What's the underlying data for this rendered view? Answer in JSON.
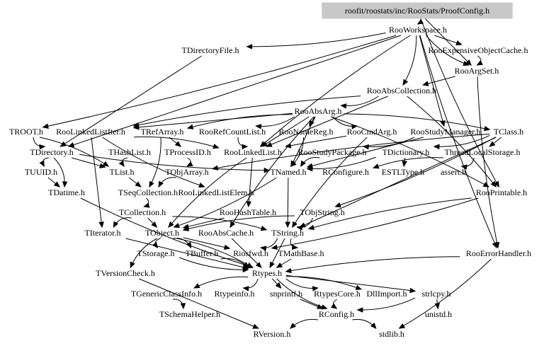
{
  "graph": {
    "root": "roofit/roostats/inc/RooStats/ProofConfig.h",
    "nodes": {
      "root": "roofit/roostats/inc/RooStats/ProofConfig.h",
      "RooWorkspace": "RooWorkspace.h",
      "TDirectoryFile": "TDirectoryFile.h",
      "RooExpensiveObjectCache": "RooExpensiveObjectCache.h",
      "RooArgSet": "RooArgSet.h",
      "RooAbsCollection": "RooAbsCollection.h",
      "RooAbsArg": "RooAbsArg.h",
      "TROOT": "TROOT.h",
      "RooLinkedListIter": "RooLinkedListIter.h",
      "TRefArray": "TRefArray.h",
      "RooRefCountList": "RooRefCountList.h",
      "RooNameReg": "RooNameReg.h",
      "RooCmdArg": "RooCmdArg.h",
      "RooStudyManager": "RooStudyManager.h",
      "TClass": "TClass.h",
      "TDirectory": "TDirectory.h",
      "THashList": "THashList.h",
      "TProcessID": "TProcessID.h",
      "RooLinkedList": "RooLinkedList.h",
      "RooStudyPackage": "RooStudyPackage.h",
      "TDictionary": "TDictionary.h",
      "ThreadLocalStorage": "ThreadLocalStorage.h",
      "TUUID": "TUUID.h",
      "TList": "TList.h",
      "TObjArray": "TObjArray.h",
      "TNamed": "TNamed.h",
      "RConfigure": "RConfigure.h",
      "ESTLType": "ESTLType.h",
      "assert": "assert.h",
      "TDatime": "TDatime.h",
      "TSeqCollection": "TSeqCollection.h",
      "RooLinkedListElem": "RooLinkedListElem.h",
      "RooPrintable": "RooPrintable.h",
      "TCollection": "TCollection.h",
      "RooHashTable": "RooHashTable.h",
      "TObjString": "TObjString.h",
      "TIterator": "TIterator.h",
      "TObject": "TObject.h",
      "RooAbsCache": "RooAbsCache.h",
      "TString": "TString.h",
      "TStorage": "TStorage.h",
      "TBuffer": "TBuffer.h",
      "Riosfwd": "Riosfwd.h",
      "TMathBase": "TMathBase.h",
      "RooErrorHandler": "RooErrorHandler.h",
      "TVersionCheck": "TVersionCheck.h",
      "Rtypes": "Rtypes.h",
      "TGenericClassInfo": "TGenericClassInfo.h",
      "Rtypeinfo": "Rtypeinfo.h",
      "snprintf": "snprintf.h",
      "RtypesCore": "RtypesCore.h",
      "DllImport": "DllImport.h",
      "strlcpy": "strlcpy.h",
      "TSchemaHelper": "TSchemaHelper.h",
      "RConfig": "RConfig.h",
      "unistd": "unistd.h",
      "RVersion": "RVersion.h",
      "stdlib": "stdlib.h"
    },
    "edges": [
      [
        "root",
        "RooWorkspace"
      ],
      [
        "root",
        "RooArgSet"
      ],
      [
        "root",
        "RooPrintable"
      ],
      [
        "RooWorkspace",
        "TDirectoryFile"
      ],
      [
        "RooWorkspace",
        "RooExpensiveObjectCache"
      ],
      [
        "RooWorkspace",
        "RooArgSet"
      ],
      [
        "RooWorkspace",
        "RooAbsCollection"
      ],
      [
        "RooWorkspace",
        "RooStudyManager"
      ],
      [
        "RooWorkspace",
        "RooLinkedList"
      ],
      [
        "RooWorkspace",
        "TROOT"
      ],
      [
        "RooWorkspace",
        "TDirectory"
      ],
      [
        "RooWorkspace",
        "RooErrorHandler"
      ],
      [
        "RooExpensiveObjectCache",
        "RooArgSet"
      ],
      [
        "RooArgSet",
        "RooAbsCollection"
      ],
      [
        "RooArgSet",
        "RooErrorHandler"
      ],
      [
        "RooAbsCollection",
        "RooAbsArg"
      ],
      [
        "RooAbsCollection",
        "RooLinkedList"
      ],
      [
        "RooAbsCollection",
        "RooLinkedListIter"
      ],
      [
        "RooAbsCollection",
        "RooPrintable"
      ],
      [
        "RooAbsArg",
        "RooLinkedListIter"
      ],
      [
        "RooAbsArg",
        "TRefArray"
      ],
      [
        "RooAbsArg",
        "RooRefCountList"
      ],
      [
        "RooAbsArg",
        "RooNameReg"
      ],
      [
        "RooAbsArg",
        "RooCmdArg"
      ],
      [
        "RooAbsArg",
        "TClass"
      ],
      [
        "RooAbsArg",
        "RooLinkedList"
      ],
      [
        "RooAbsArg",
        "RooAbsCache"
      ],
      [
        "RooAbsArg",
        "RooPrintable"
      ],
      [
        "RooAbsArg",
        "TNamed"
      ],
      [
        "TROOT",
        "TDirectory"
      ],
      [
        "TROOT",
        "TList"
      ],
      [
        "TDirectoryFile",
        "TDirectory"
      ],
      [
        "TDirectory",
        "TUUID"
      ],
      [
        "TDirectory",
        "TDatime"
      ],
      [
        "TDirectory",
        "TList"
      ],
      [
        "TDirectory",
        "TNamed"
      ],
      [
        "RooLinkedListIter",
        "RooLinkedList"
      ],
      [
        "RooLinkedListIter",
        "TIterator"
      ],
      [
        "RooLinkedListIter",
        "RooLinkedListElem"
      ],
      [
        "TRefArray",
        "TSeqCollection"
      ],
      [
        "TRefArray",
        "TProcessID"
      ],
      [
        "RooRefCountList",
        "RooLinkedList"
      ],
      [
        "RooNameReg",
        "TNamed"
      ],
      [
        "RooCmdArg",
        "RooLinkedList"
      ],
      [
        "RooCmdArg",
        "TString"
      ],
      [
        "RooStudyManager",
        "RooStudyPackage"
      ],
      [
        "RooStudyManager",
        "TNamed"
      ],
      [
        "RooStudyPackage",
        "TNamed"
      ],
      [
        "TClass",
        "TDictionary"
      ],
      [
        "TClass",
        "ThreadLocalStorage"
      ],
      [
        "TClass",
        "TObjArray"
      ],
      [
        "TClass",
        "TObjString"
      ],
      [
        "TClass",
        "TString"
      ],
      [
        "THashList",
        "TList"
      ],
      [
        "TProcessID",
        "TObjArray"
      ],
      [
        "RooLinkedList",
        "RooHashTable"
      ],
      [
        "RooLinkedList",
        "TObject"
      ],
      [
        "TDictionary",
        "TNamed"
      ],
      [
        "TDictionary",
        "ESTLType"
      ],
      [
        "ThreadLocalStorage",
        "RConfigure"
      ],
      [
        "ThreadLocalStorage",
        "assert"
      ],
      [
        "TList",
        "TSeqCollection"
      ],
      [
        "TObjArray",
        "TSeqCollection"
      ],
      [
        "TSeqCollection",
        "TCollection"
      ],
      [
        "TUUID",
        "TDatime"
      ],
      [
        "TDatime",
        "Rtypes"
      ],
      [
        "TNamed",
        "TObject"
      ],
      [
        "TNamed",
        "TString"
      ],
      [
        "RooPrintable",
        "TString"
      ],
      [
        "RooPrintable",
        "Riosfwd"
      ],
      [
        "TCollection",
        "TObject"
      ],
      [
        "TCollection",
        "TIterator"
      ],
      [
        "TCollection",
        "TString"
      ],
      [
        "RooHashTable",
        "TObject"
      ],
      [
        "TObjString",
        "TObject"
      ],
      [
        "TObjString",
        "TString"
      ],
      [
        "TIterator",
        "Rtypes"
      ],
      [
        "TObject",
        "TStorage"
      ],
      [
        "TObject",
        "TBuffer"
      ],
      [
        "TObject",
        "Riosfwd"
      ],
      [
        "TObject",
        "TVersionCheck"
      ],
      [
        "TObject",
        "Rtypes"
      ],
      [
        "RooAbsCache",
        "Rtypes"
      ],
      [
        "TString",
        "TMathBase"
      ],
      [
        "TString",
        "Riosfwd"
      ],
      [
        "TString",
        "Rtypes"
      ],
      [
        "TStorage",
        "Rtypes"
      ],
      [
        "TBuffer",
        "Rtypes"
      ],
      [
        "TMathBase",
        "Rtypes"
      ],
      [
        "RooErrorHandler",
        "Rtypes"
      ],
      [
        "RooErrorHandler",
        "stdlib"
      ],
      [
        "TVersionCheck",
        "RVersion"
      ],
      [
        "Rtypes",
        "TGenericClassInfo"
      ],
      [
        "Rtypes",
        "Rtypeinfo"
      ],
      [
        "Rtypes",
        "snprintf"
      ],
      [
        "Rtypes",
        "RtypesCore"
      ],
      [
        "Rtypes",
        "DllImport"
      ],
      [
        "Rtypes",
        "strlcpy"
      ],
      [
        "Rtypes",
        "RConfig"
      ],
      [
        "TGenericClassInfo",
        "TSchemaHelper"
      ],
      [
        "snprintf",
        "RConfig"
      ],
      [
        "RtypesCore",
        "RConfig"
      ],
      [
        "strlcpy",
        "RConfig"
      ],
      [
        "strlcpy",
        "unistd"
      ],
      [
        "RConfig",
        "RVersion"
      ],
      [
        "RConfig",
        "stdlib"
      ]
    ]
  }
}
